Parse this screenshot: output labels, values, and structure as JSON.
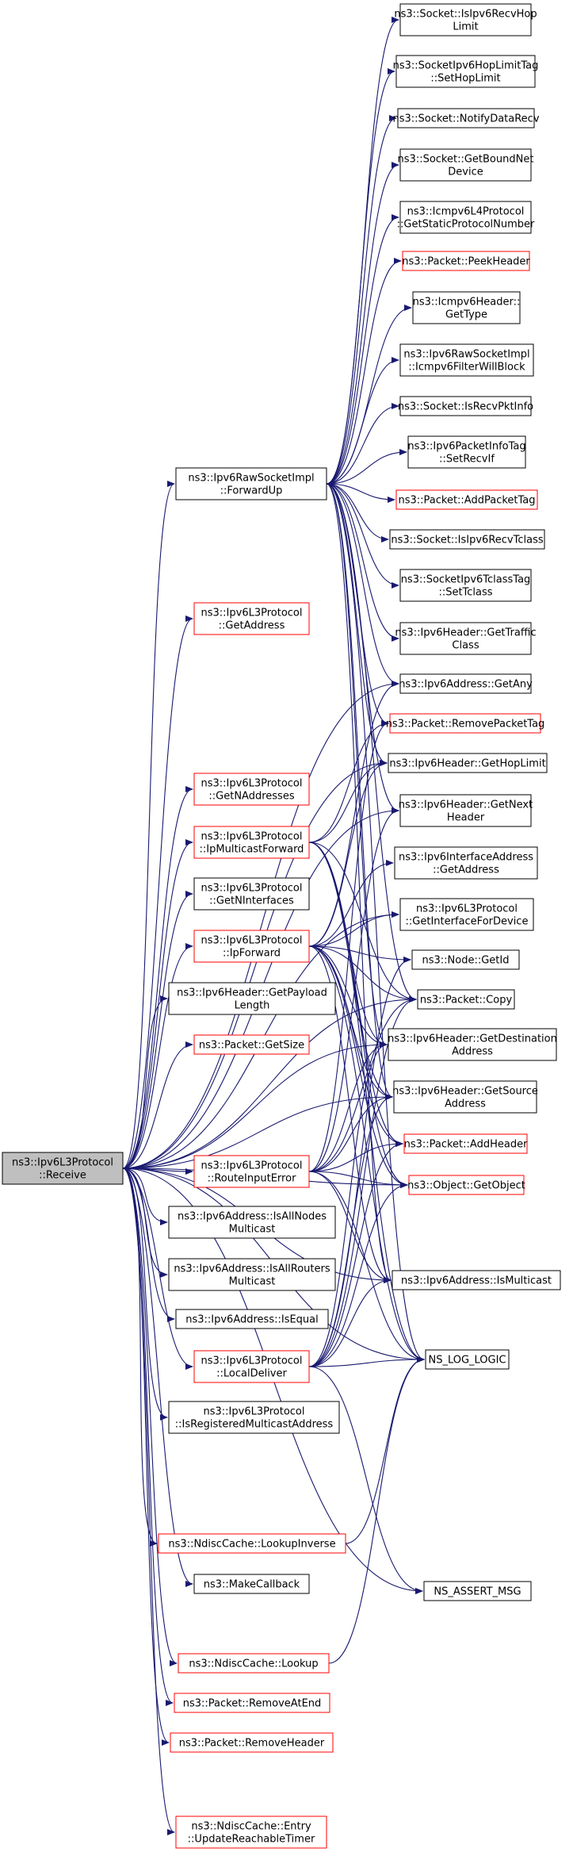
{
  "graph": {
    "colors": {
      "edge": "#191970",
      "border_black": "#000000",
      "border_red": "#ff0000",
      "root_fill": "#bfbfbf"
    },
    "nodes": [
      {
        "id": "receive",
        "lines": [
          "ns3::Ipv6L3Protocol",
          "::Receive"
        ],
        "style": "root"
      },
      {
        "id": "forwardup",
        "lines": [
          "ns3::Ipv6RawSocketImpl",
          "::ForwardUp"
        ],
        "style": "black"
      },
      {
        "id": "getaddress",
        "lines": [
          "ns3::Ipv6L3Protocol",
          "::GetAddress"
        ],
        "style": "red"
      },
      {
        "id": "getnaddresses",
        "lines": [
          "ns3::Ipv6L3Protocol",
          "::GetNAddresses"
        ],
        "style": "red"
      },
      {
        "id": "ipmulticastforward",
        "lines": [
          "ns3::Ipv6L3Protocol",
          "::IpMulticastForward"
        ],
        "style": "red"
      },
      {
        "id": "getninterfaces",
        "lines": [
          "ns3::Ipv6L3Protocol",
          "::GetNInterfaces"
        ],
        "style": "black"
      },
      {
        "id": "ipforward",
        "lines": [
          "ns3::Ipv6L3Protocol",
          "::IpForward"
        ],
        "style": "red"
      },
      {
        "id": "getpayloadlength",
        "lines": [
          "ns3::Ipv6Header::GetPayload",
          "Length"
        ],
        "style": "black"
      },
      {
        "id": "getsize",
        "lines": [
          "ns3::Packet::GetSize"
        ],
        "style": "red"
      },
      {
        "id": "routeinputerror",
        "lines": [
          "ns3::Ipv6L3Protocol",
          "::RouteInputError"
        ],
        "style": "red"
      },
      {
        "id": "isallnodes",
        "lines": [
          "ns3::Ipv6Address::IsAllNodes",
          "Multicast"
        ],
        "style": "black"
      },
      {
        "id": "isallrouters",
        "lines": [
          "ns3::Ipv6Address::IsAllRouters",
          "Multicast"
        ],
        "style": "black"
      },
      {
        "id": "isequal",
        "lines": [
          "ns3::Ipv6Address::IsEqual"
        ],
        "style": "black"
      },
      {
        "id": "localdeliver",
        "lines": [
          "ns3::Ipv6L3Protocol",
          "::LocalDeliver"
        ],
        "style": "red"
      },
      {
        "id": "isregistered",
        "lines": [
          "ns3::Ipv6L3Protocol",
          "::IsRegisteredMulticastAddress"
        ],
        "style": "black"
      },
      {
        "id": "lookupinverse",
        "lines": [
          "ns3::NdiscCache::LookupInverse"
        ],
        "style": "red"
      },
      {
        "id": "makecallback",
        "lines": [
          "ns3::MakeCallback"
        ],
        "style": "black"
      },
      {
        "id": "lookup",
        "lines": [
          "ns3::NdiscCache::Lookup"
        ],
        "style": "red"
      },
      {
        "id": "removeatend",
        "lines": [
          "ns3::Packet::RemoveAtEnd"
        ],
        "style": "red"
      },
      {
        "id": "removeheader",
        "lines": [
          "ns3::Packet::RemoveHeader"
        ],
        "style": "red"
      },
      {
        "id": "updatereachable",
        "lines": [
          "ns3::NdiscCache::Entry",
          "::UpdateReachableTimer"
        ],
        "style": "red"
      },
      {
        "id": "isipv6recvhoplimit",
        "lines": [
          "ns3::Socket::IsIpv6RecvHop",
          "Limit"
        ],
        "style": "black"
      },
      {
        "id": "sethoplimit",
        "lines": [
          "ns3::SocketIpv6HopLimitTag",
          "::SetHopLimit"
        ],
        "style": "black"
      },
      {
        "id": "notifydatarecv",
        "lines": [
          "ns3::Socket::NotifyDataRecv"
        ],
        "style": "black"
      },
      {
        "id": "getboundnetdevice",
        "lines": [
          "ns3::Socket::GetBoundNet",
          "Device"
        ],
        "style": "black"
      },
      {
        "id": "getstaticprotocolnumber",
        "lines": [
          "ns3::Icmpv6L4Protocol",
          "::GetStaticProtocolNumber"
        ],
        "style": "black"
      },
      {
        "id": "peekheader",
        "lines": [
          "ns3::Packet::PeekHeader"
        ],
        "style": "red"
      },
      {
        "id": "icmpgettype",
        "lines": [
          "ns3::Icmpv6Header::",
          "GetType"
        ],
        "style": "black"
      },
      {
        "id": "filterwillblock",
        "lines": [
          "ns3::Ipv6RawSocketImpl",
          "::Icmpv6FilterWillBlock"
        ],
        "style": "black"
      },
      {
        "id": "isrecvpktinfo",
        "lines": [
          "ns3::Socket::IsRecvPktInfo"
        ],
        "style": "black"
      },
      {
        "id": "setrecvif",
        "lines": [
          "ns3::Ipv6PacketInfoTag",
          "::SetRecvIf"
        ],
        "style": "black"
      },
      {
        "id": "addpackettag",
        "lines": [
          "ns3::Packet::AddPacketTag"
        ],
        "style": "red"
      },
      {
        "id": "isipv6recvtclass",
        "lines": [
          "ns3::Socket::IsIpv6RecvTclass"
        ],
        "style": "black"
      },
      {
        "id": "settclass",
        "lines": [
          "ns3::SocketIpv6TclassTag",
          "::SetTclass"
        ],
        "style": "black"
      },
      {
        "id": "gettrafficclass",
        "lines": [
          "ns3::Ipv6Header::GetTraffic",
          "Class"
        ],
        "style": "black"
      },
      {
        "id": "getany",
        "lines": [
          "ns3::Ipv6Address::GetAny"
        ],
        "style": "black"
      },
      {
        "id": "removepackettag",
        "lines": [
          "ns3::Packet::RemovePacketTag"
        ],
        "style": "red"
      },
      {
        "id": "gethoplimit",
        "lines": [
          "ns3::Ipv6Header::GetHopLimit"
        ],
        "style": "black"
      },
      {
        "id": "getnextheader",
        "lines": [
          "ns3::Ipv6Header::GetNext",
          "Header"
        ],
        "style": "black"
      },
      {
        "id": "ifaddrgetaddress",
        "lines": [
          "ns3::Ipv6InterfaceAddress",
          "::GetAddress"
        ],
        "style": "black"
      },
      {
        "id": "getinterfacefordevice",
        "lines": [
          "ns3::Ipv6L3Protocol",
          "::GetInterfaceForDevice"
        ],
        "style": "black"
      },
      {
        "id": "nodegetid",
        "lines": [
          "ns3::Node::GetId"
        ],
        "style": "black"
      },
      {
        "id": "packetcopy",
        "lines": [
          "ns3::Packet::Copy"
        ],
        "style": "black"
      },
      {
        "id": "getdestination",
        "lines": [
          "ns3::Ipv6Header::GetDestination",
          "Address"
        ],
        "style": "black"
      },
      {
        "id": "getsource",
        "lines": [
          "ns3::Ipv6Header::GetSource",
          "Address"
        ],
        "style": "black"
      },
      {
        "id": "addheader",
        "lines": [
          "ns3::Packet::AddHeader"
        ],
        "style": "red"
      },
      {
        "id": "getobject",
        "lines": [
          "ns3::Object::GetObject"
        ],
        "style": "red"
      },
      {
        "id": "ismulticast",
        "lines": [
          "ns3::Ipv6Address::IsMulticast"
        ],
        "style": "black"
      },
      {
        "id": "nslog",
        "lines": [
          "NS_LOG_LOGIC"
        ],
        "style": "black"
      },
      {
        "id": "nsassert",
        "lines": [
          "NS_ASSERT_MSG"
        ],
        "style": "black"
      }
    ],
    "edges": [
      [
        "receive",
        "forwardup"
      ],
      [
        "receive",
        "getaddress"
      ],
      [
        "receive",
        "getnaddresses"
      ],
      [
        "receive",
        "ipmulticastforward"
      ],
      [
        "receive",
        "getninterfaces"
      ],
      [
        "receive",
        "ipforward"
      ],
      [
        "receive",
        "getpayloadlength"
      ],
      [
        "receive",
        "getsize"
      ],
      [
        "receive",
        "routeinputerror"
      ],
      [
        "receive",
        "isallnodes"
      ],
      [
        "receive",
        "isallrouters"
      ],
      [
        "receive",
        "isequal"
      ],
      [
        "receive",
        "localdeliver"
      ],
      [
        "receive",
        "isregistered"
      ],
      [
        "receive",
        "lookupinverse"
      ],
      [
        "receive",
        "makecallback"
      ],
      [
        "receive",
        "lookup"
      ],
      [
        "receive",
        "removeatend"
      ],
      [
        "receive",
        "removeheader"
      ],
      [
        "receive",
        "updatereachable"
      ],
      [
        "receive",
        "getany"
      ],
      [
        "receive",
        "gethoplimit"
      ],
      [
        "receive",
        "getinterfacefordevice"
      ],
      [
        "receive",
        "packetcopy"
      ],
      [
        "receive",
        "getdestination"
      ],
      [
        "receive",
        "getsource"
      ],
      [
        "receive",
        "getobject"
      ],
      [
        "receive",
        "ismulticast"
      ],
      [
        "receive",
        "nslog"
      ],
      [
        "receive",
        "nsassert"
      ],
      [
        "receive",
        "getnextheader"
      ],
      [
        "forwardup",
        "isipv6recvhoplimit"
      ],
      [
        "forwardup",
        "sethoplimit"
      ],
      [
        "forwardup",
        "notifydatarecv"
      ],
      [
        "forwardup",
        "getboundnetdevice"
      ],
      [
        "forwardup",
        "getstaticprotocolnumber"
      ],
      [
        "forwardup",
        "peekheader"
      ],
      [
        "forwardup",
        "icmpgettype"
      ],
      [
        "forwardup",
        "filterwillblock"
      ],
      [
        "forwardup",
        "isrecvpktinfo"
      ],
      [
        "forwardup",
        "setrecvif"
      ],
      [
        "forwardup",
        "addpackettag"
      ],
      [
        "forwardup",
        "isipv6recvtclass"
      ],
      [
        "forwardup",
        "settclass"
      ],
      [
        "forwardup",
        "gettrafficclass"
      ],
      [
        "forwardup",
        "getany"
      ],
      [
        "forwardup",
        "removepackettag"
      ],
      [
        "forwardup",
        "gethoplimit"
      ],
      [
        "forwardup",
        "getnextheader"
      ],
      [
        "forwardup",
        "packetcopy"
      ],
      [
        "forwardup",
        "getdestination"
      ],
      [
        "forwardup",
        "getsource"
      ],
      [
        "forwardup",
        "ismulticast"
      ],
      [
        "forwardup",
        "nslog"
      ],
      [
        "ipmulticastforward",
        "packetcopy"
      ],
      [
        "ipmulticastforward",
        "gethoplimit"
      ],
      [
        "ipmulticastforward",
        "nslog"
      ],
      [
        "ipmulticastforward",
        "getdestination"
      ],
      [
        "ipmulticastforward",
        "getsource"
      ],
      [
        "ipmulticastforward",
        "removepackettag"
      ],
      [
        "ipmulticastforward",
        "addheader"
      ],
      [
        "ipmulticastforward",
        "getobject"
      ],
      [
        "ipforward",
        "getany"
      ],
      [
        "ipforward",
        "gethoplimit"
      ],
      [
        "ipforward",
        "ifaddrgetaddress"
      ],
      [
        "ipforward",
        "getinterfacefordevice"
      ],
      [
        "ipforward",
        "nodegetid"
      ],
      [
        "ipforward",
        "packetcopy"
      ],
      [
        "ipforward",
        "getdestination"
      ],
      [
        "ipforward",
        "getsource"
      ],
      [
        "ipforward",
        "addheader"
      ],
      [
        "ipforward",
        "getobject"
      ],
      [
        "ipforward",
        "ismulticast"
      ],
      [
        "ipforward",
        "nslog"
      ],
      [
        "routeinputerror",
        "getnextheader"
      ],
      [
        "routeinputerror",
        "packetcopy"
      ],
      [
        "routeinputerror",
        "getdestination"
      ],
      [
        "routeinputerror",
        "getsource"
      ],
      [
        "routeinputerror",
        "addheader"
      ],
      [
        "routeinputerror",
        "getobject"
      ],
      [
        "routeinputerror",
        "ismulticast"
      ],
      [
        "routeinputerror",
        "nslog"
      ],
      [
        "routeinputerror",
        "removepackettag"
      ],
      [
        "localdeliver",
        "packetcopy"
      ],
      [
        "localdeliver",
        "getdestination"
      ],
      [
        "localdeliver",
        "getsource"
      ],
      [
        "localdeliver",
        "getobject"
      ],
      [
        "localdeliver",
        "ismulticast"
      ],
      [
        "localdeliver",
        "nslog"
      ],
      [
        "localdeliver",
        "nsassert"
      ],
      [
        "localdeliver",
        "nodegetid"
      ],
      [
        "localdeliver",
        "addheader"
      ],
      [
        "lookupinverse",
        "nslog"
      ],
      [
        "lookup",
        "nslog"
      ]
    ]
  }
}
